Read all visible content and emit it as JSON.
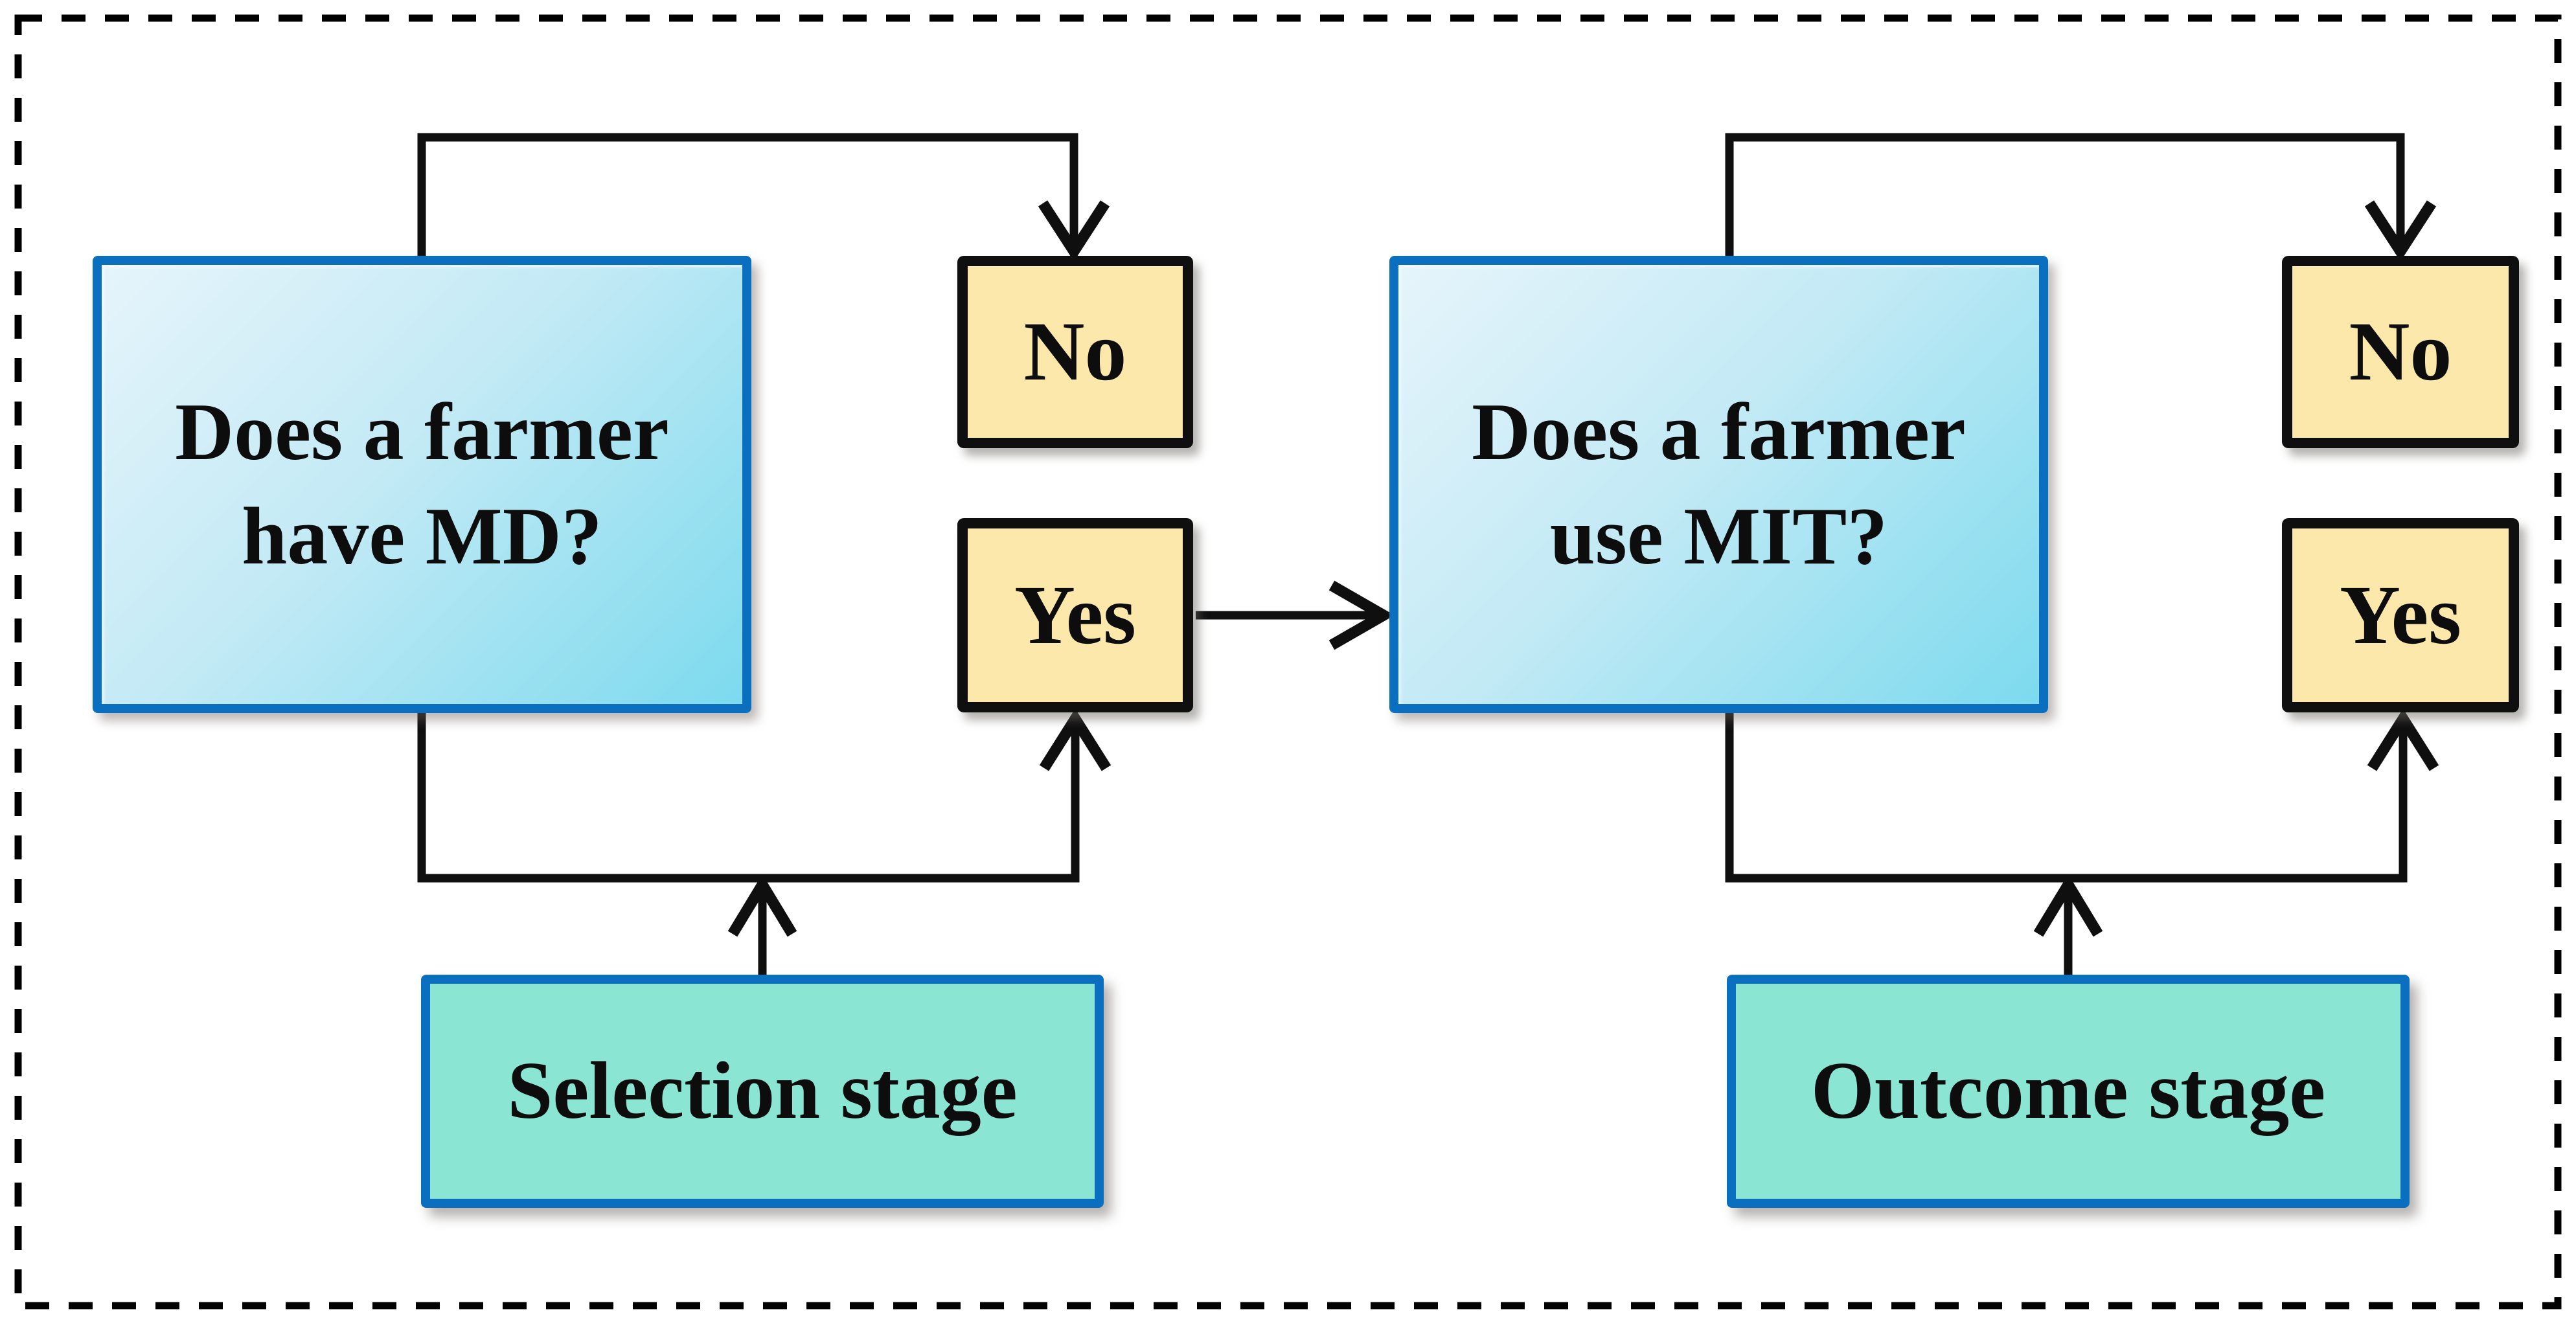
{
  "diagram": {
    "title": "Two-stage decision flowchart (double-hurdle): mechanical drying and maize improvement technologies",
    "nodes": {
      "question_md": {
        "label": "Does a farmer\nhave MD?"
      },
      "no_left": {
        "label": "No"
      },
      "yes_left": {
        "label": "Yes"
      },
      "question_mit": {
        "label": "Does a farmer\nuse MIT?"
      },
      "no_right": {
        "label": "No"
      },
      "yes_right": {
        "label": "Yes"
      },
      "selection_stage": {
        "label": "Selection stage"
      },
      "outcome_stage": {
        "label": "Outcome stage"
      }
    },
    "edges": [
      {
        "from": "question_md",
        "to": "no_left"
      },
      {
        "from": "question_md",
        "to": "yes_left"
      },
      {
        "from": "yes_left",
        "to": "question_mit"
      },
      {
        "from": "question_mit",
        "to": "no_right"
      },
      {
        "from": "question_mit",
        "to": "yes_right"
      },
      {
        "from": "selection_stage",
        "to": "question_md_branch_junction"
      },
      {
        "from": "outcome_stage",
        "to": "question_mit_branch_junction"
      }
    ],
    "colors": {
      "question_fill_start": "#e6f4fb",
      "question_fill_end": "#7cdaee",
      "question_border": "#0b6fbf",
      "answer_fill": "#fce8ab",
      "answer_border": "#0f0f0f",
      "stage_fill": "#8ae6d2",
      "stage_border": "#0b6fbf",
      "connector": "#0f0f0f",
      "frame_border": "#000000",
      "background": "#ffffff",
      "text": "#0d0d0d"
    }
  }
}
